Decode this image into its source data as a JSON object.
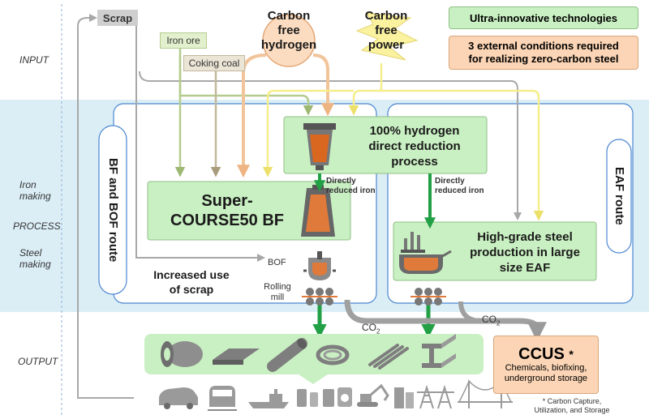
{
  "stages": {
    "input": "INPUT",
    "iron_making_line1": "Iron",
    "iron_making_line2": "making",
    "process": "PROCESS",
    "steel_making_line1": "Steel",
    "steel_making_line2": "making",
    "output": "OUTPUT"
  },
  "inputs": {
    "scrap": "Scrap",
    "iron_ore": "Iron ore",
    "coking_coal": "Coking coal",
    "hydrogen_line1": "Carbon",
    "hydrogen_line2": "free",
    "hydrogen_line3": "hydrogen",
    "power_line1": "Carbon",
    "power_line2": "free",
    "power_line3": "power"
  },
  "legend": {
    "innovative": "Ultra-innovative technologies",
    "conditions_line1": "3 external conditions required",
    "conditions_line2": "for realizing zero-carbon steel"
  },
  "routes": {
    "bf_bof": "BF and BOF route",
    "eaf": "EAF route"
  },
  "processes": {
    "hydrogen_line1": "100% hydrogen",
    "hydrogen_line2": "direct reduction",
    "hydrogen_line3": "process",
    "bf_line1": "Super-",
    "bf_line2": "COURSE50 BF",
    "eaf_line1": "High-grade steel",
    "eaf_line2": "production in large",
    "eaf_line3": "size EAF"
  },
  "labels": {
    "dri_line1": "Directly",
    "dri_line2": "reduced iron",
    "scrap_use_line1": "Increased use",
    "scrap_use_line2": "of scrap",
    "bof": "BOF",
    "rolling_line1": "Rolling",
    "rolling_line2": "mill",
    "co2": "CO",
    "co2_sub": "2"
  },
  "ccus": {
    "title": "CCUS",
    "star": "*",
    "desc_line1": "Chemicals, biofixing,",
    "desc_line2": "underground storage",
    "footnote_line1": "* Carbon Capture,",
    "footnote_line2": "Utilization, and Storage"
  },
  "icons": {
    "products": [
      "coil-icon",
      "plate-icon",
      "pipe-icon",
      "wire-coil-icon",
      "bars-icon",
      "beam-icon"
    ],
    "applications": [
      "car-icon",
      "train-icon",
      "ship-icon",
      "can-icon",
      "appliance-icon",
      "excavator-icon",
      "building-icon",
      "power-tower-icon",
      "bridge-icon"
    ]
  },
  "colors": {
    "process_band": "#dbeef6",
    "innovative_fill": "#c9f0c2",
    "condition_fill": "#fbd5b5",
    "iron_ore_line": "#b5cc8e",
    "coking_coal_line": "#c2b89d",
    "hydrogen_line": "#f2c49a",
    "power_line": "#f5ee8a",
    "scrap_line": "#a8a8a8",
    "flow_arrow": "#22a045",
    "route_border": "#4a86d0"
  }
}
